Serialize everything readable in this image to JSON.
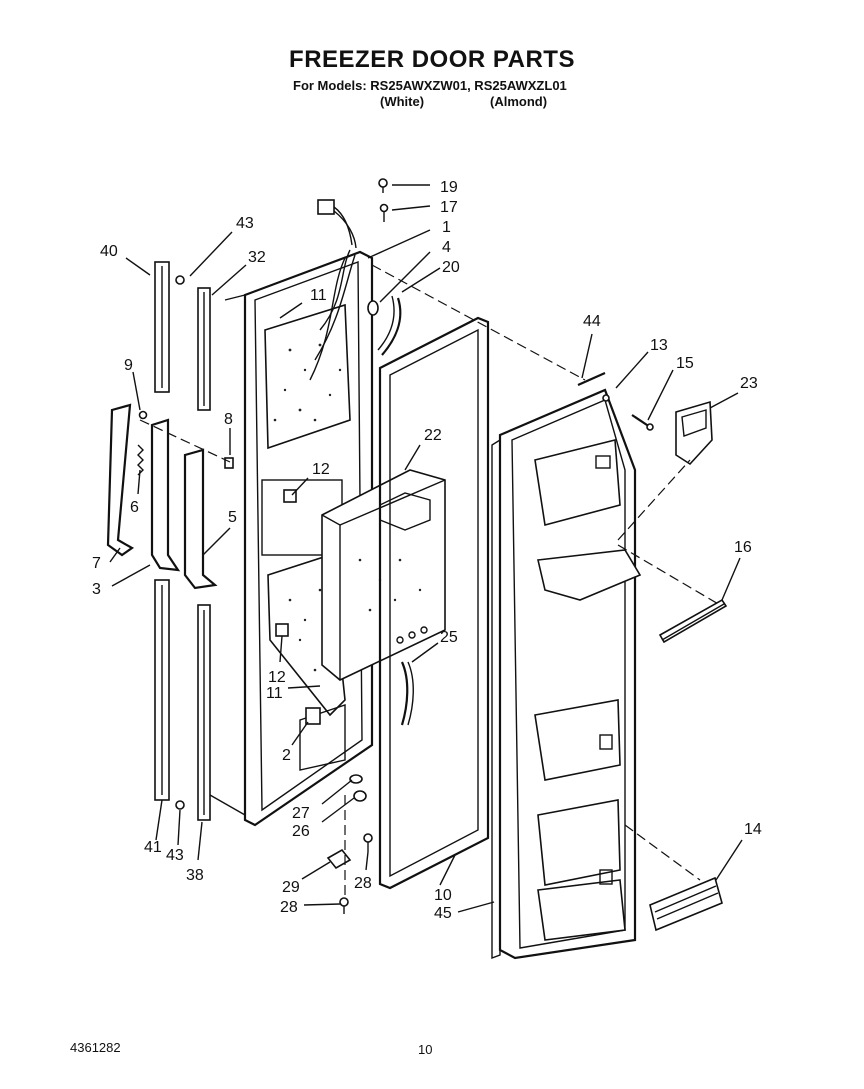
{
  "header": {
    "title": "FREEZER DOOR PARTS",
    "models_line": "For Models: RS25AWXZW01, RS25AWXZL01",
    "white_label": "(White)",
    "almond_label": "(Almond)"
  },
  "footer": {
    "doc_number": "4361282",
    "page_number": "10"
  },
  "callouts": {
    "c19": "19",
    "c17": "17",
    "c1": "1",
    "c43a": "43",
    "c4": "4",
    "c20": "20",
    "c40": "40",
    "c32": "32",
    "c11a": "11",
    "c44": "44",
    "c13": "13",
    "c15": "15",
    "c23": "23",
    "c9": "9",
    "c8": "8",
    "c22": "22",
    "c12a": "12",
    "c6": "6",
    "c5": "5",
    "c7": "7",
    "c3": "3",
    "c16": "16",
    "c25": "25",
    "c12b": "12",
    "c11b": "11",
    "c2": "2",
    "c27": "27",
    "c26": "26",
    "c41": "41",
    "c43b": "43",
    "c38": "38",
    "c14": "14",
    "c29": "29",
    "c28a": "28",
    "c28b": "28",
    "c10": "10",
    "c45": "45"
  }
}
